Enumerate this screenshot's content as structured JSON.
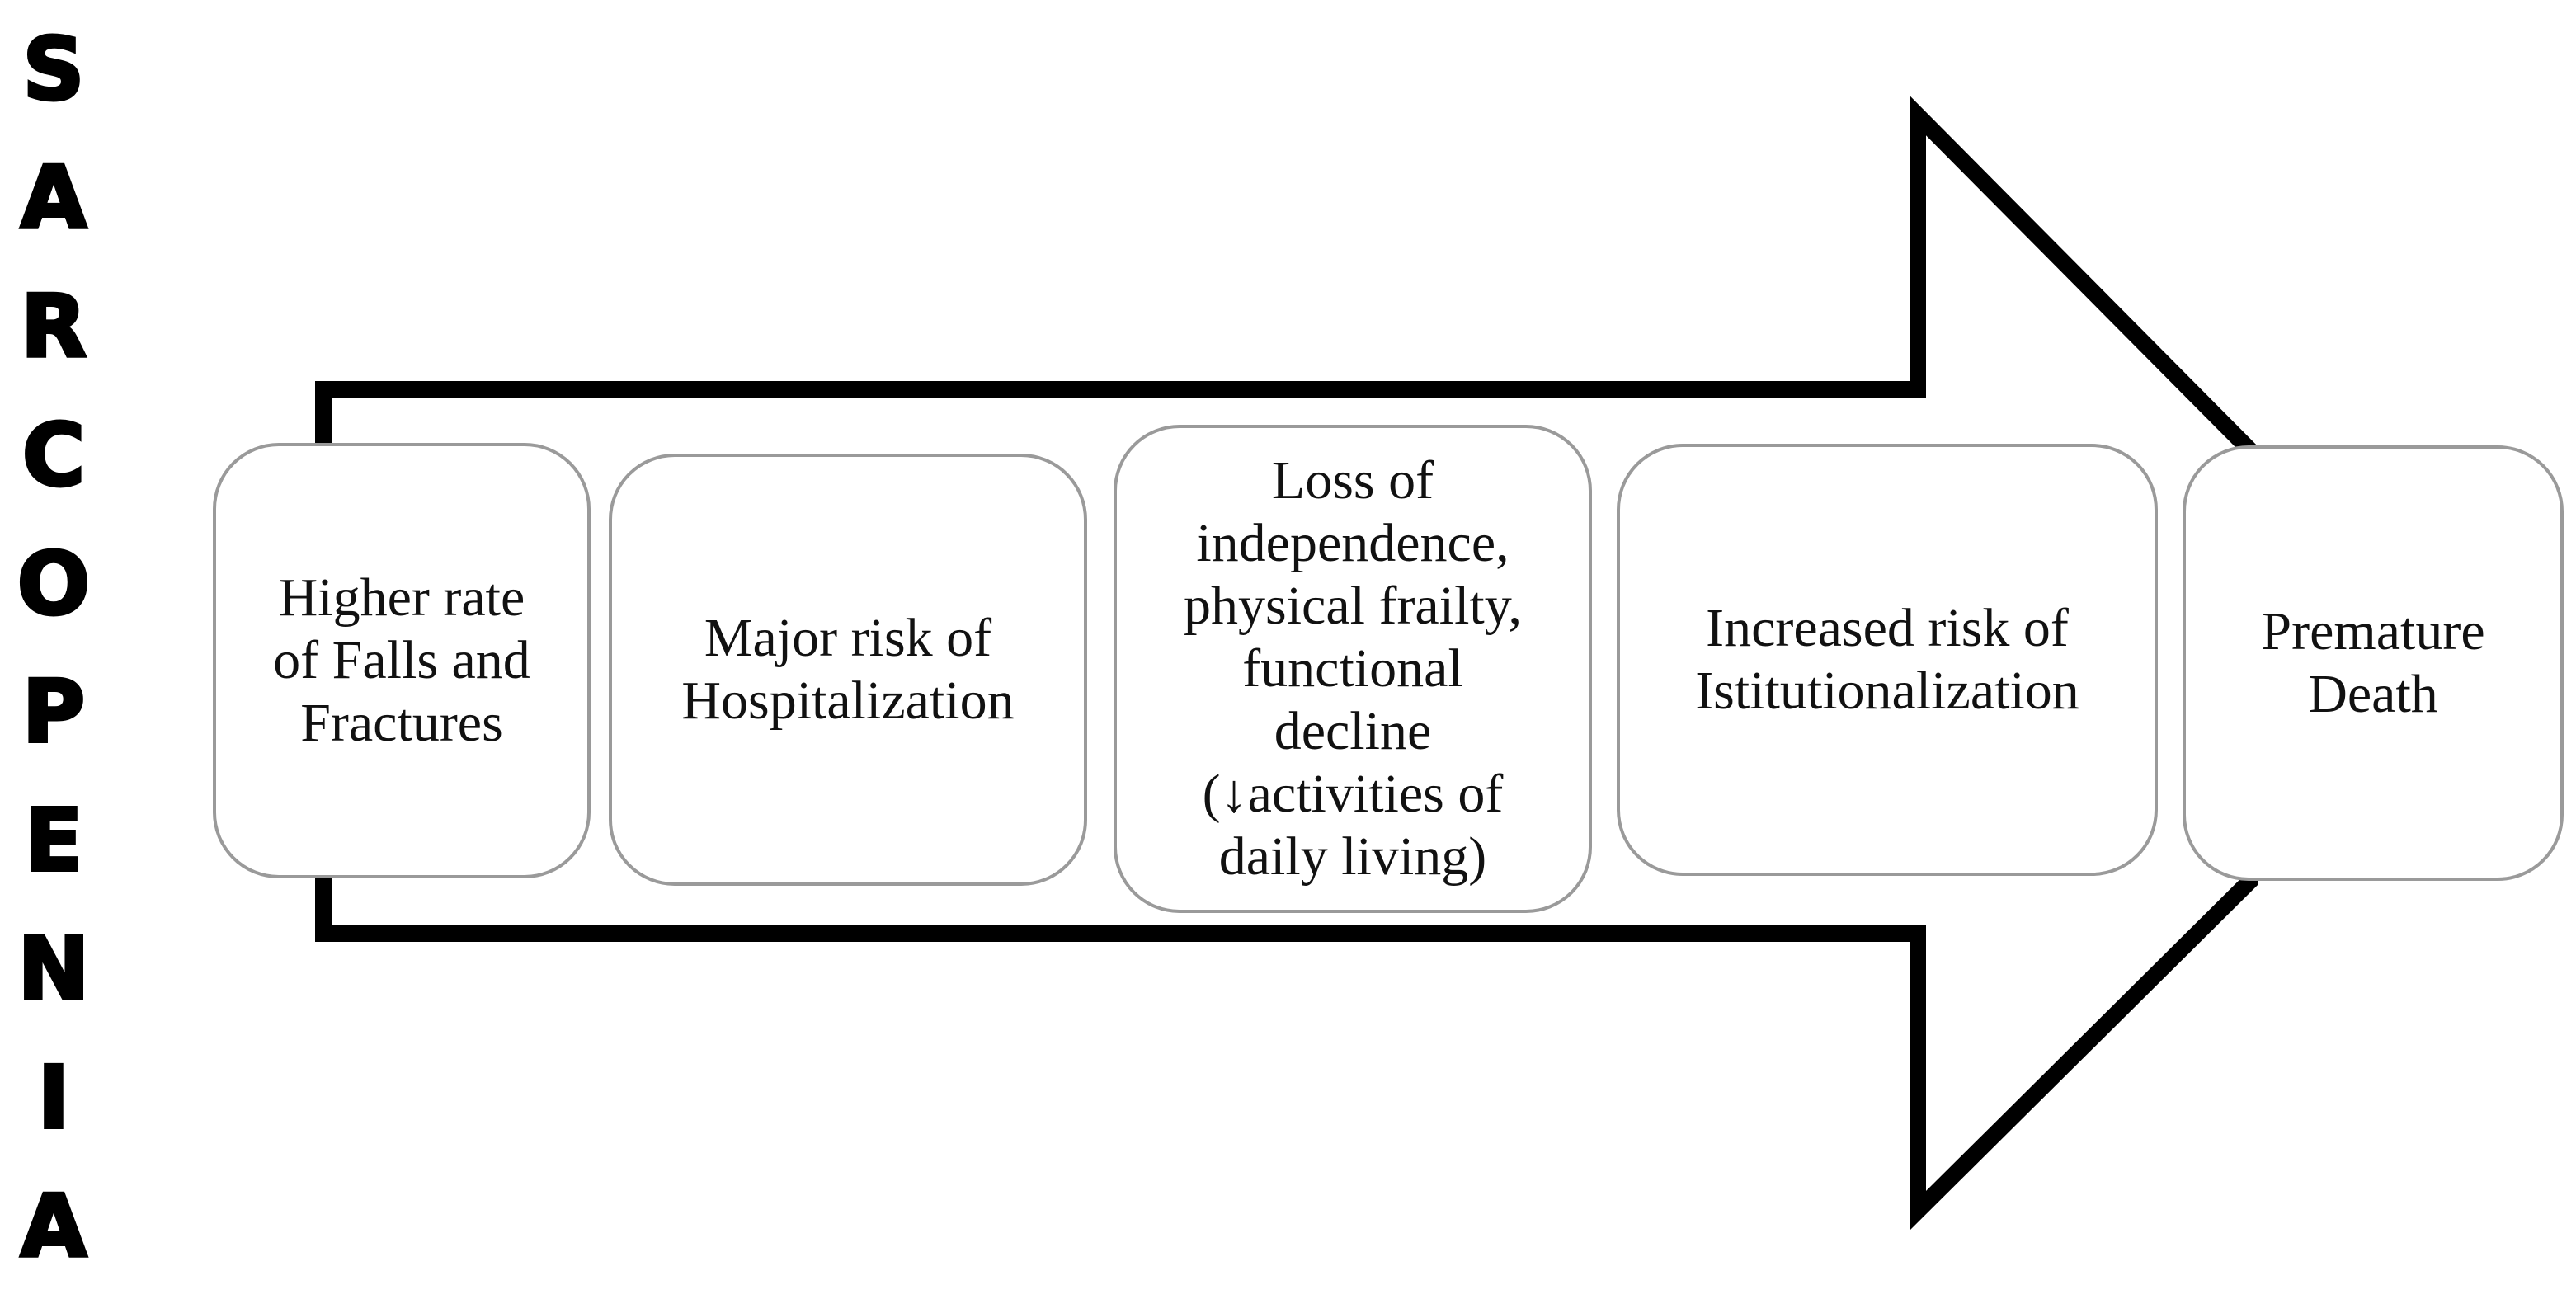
{
  "title_letters": [
    "S",
    "A",
    "R",
    "C",
    "O",
    "P",
    "E",
    "N",
    "I",
    "A"
  ],
  "boxes": [
    {
      "label": "Higher rate\nof Falls and\nFractures"
    },
    {
      "label": "Major risk of\nHospitalization"
    },
    {
      "label": "Loss of\nindependence,\nphysical frailty,\nfunctional\ndecline\n(↓activities of\ndaily living)"
    },
    {
      "label": "Increased risk of\nIstitutionalization"
    },
    {
      "label": "Premature\nDeath"
    }
  ],
  "colors": {
    "arrow_stroke": "#000000",
    "box_border": "#9a9a9a",
    "text": "#111111"
  }
}
